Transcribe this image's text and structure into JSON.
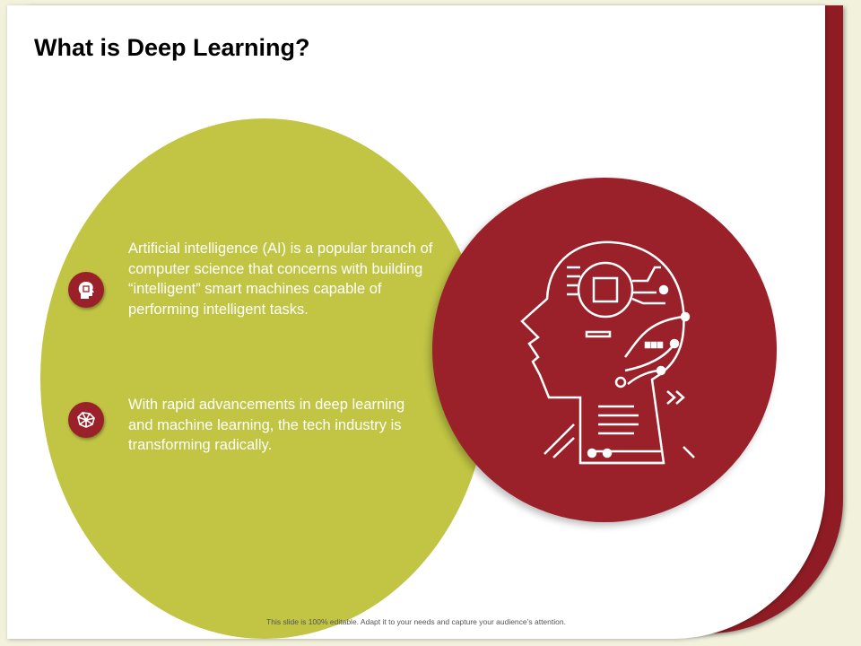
{
  "title": "What is Deep Learning?",
  "points": [
    {
      "icon": "ai-head-icon",
      "text": "Artificial intelligence (AI) is a popular branch of computer science that concerns with building “intelligent” smart machines capable of performing intelligent tasks."
    },
    {
      "icon": "neural-brain-icon",
      "text": "With rapid advancements in deep learning and machine learning, the tech industry is transforming radically."
    }
  ],
  "footer": "This slide is 100% editable. Adapt it to your needs and capture your audience’s attention.",
  "colors": {
    "green": "#c1c543",
    "red": "#9a2129",
    "background": "#f2f1dc"
  }
}
